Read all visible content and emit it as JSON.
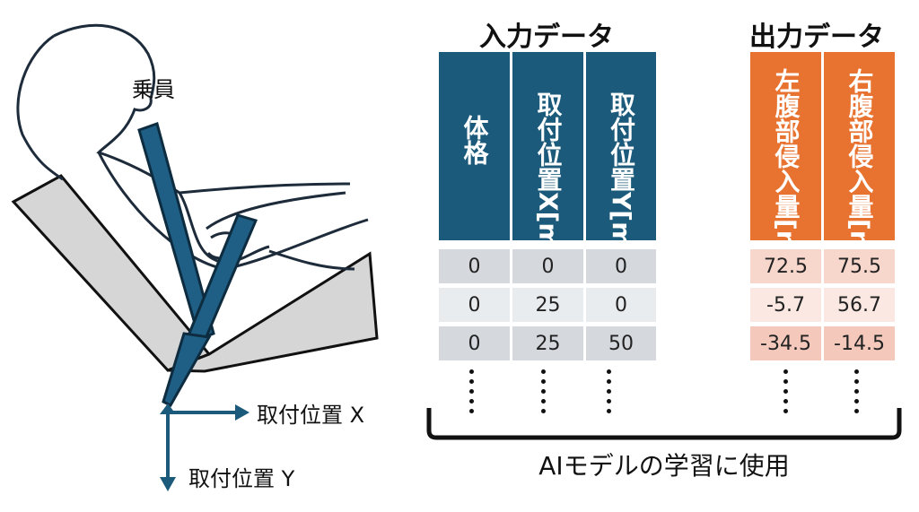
{
  "occupant_label": "乗員",
  "mount_x_label": "取付位置 X",
  "mount_y_label": "取付位置 Y",
  "input_title": "入力データ",
  "output_title": "出力データ",
  "input_columns": [
    "体格",
    "取付位置X[mm]",
    "取付位置Y[mm]"
  ],
  "output_columns": [
    "左腹部侵入量[mm]",
    "右腹部侵入量[mm]"
  ],
  "input_rows": [
    [
      "0",
      "0",
      "0"
    ],
    [
      "0",
      "25",
      "0"
    ],
    [
      "0",
      "25",
      "50"
    ]
  ],
  "output_rows": [
    [
      "72.5",
      "75.5"
    ],
    [
      "-5.7",
      "56.7"
    ],
    [
      "-34.5",
      "-14.5"
    ]
  ],
  "caption": "AIモデルの学習に使用",
  "colors": {
    "input_header": "#1b5a7a",
    "output_header": "#e8722f",
    "input_row_odd": "#d5d9de",
    "input_row_even": "#e9ecef",
    "output_row_1": "#f7d6cc",
    "output_row_2": "#fbe8e2",
    "output_row_3": "#f4c9bc",
    "arrow": "#1b5a7a",
    "belt": "#1f5f85",
    "seat": "#d6d6d6"
  }
}
